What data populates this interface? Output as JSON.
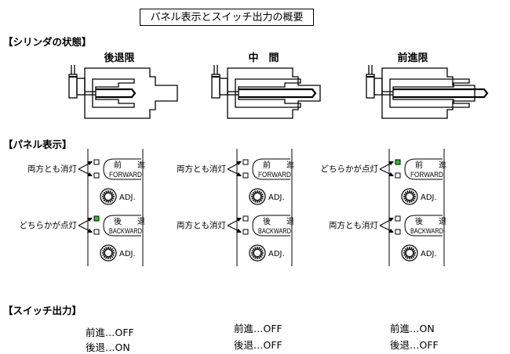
{
  "title": "パネル表示とスイッチ出力の概要",
  "sections": {
    "cylinder_state": "【シリンダの状態】",
    "panel_display": "【パネル表示】",
    "switch_output": "【スイッチ出力】"
  },
  "states": [
    {
      "label": "後退限",
      "rod_position": "retracted",
      "panel": {
        "forward": {
          "callout": "両方とも消灯",
          "led_top_on": false,
          "led_bottom_on": false
        },
        "backward": {
          "callout": "どちらかが点灯",
          "led_top_on": true,
          "led_bottom_on": false
        }
      },
      "output": {
        "forward": "前進…OFF",
        "backward": "後退…ON"
      }
    },
    {
      "label": "中　間",
      "rod_position": "middle",
      "panel": {
        "forward": {
          "callout": "両方とも消灯",
          "led_top_on": false,
          "led_bottom_on": false
        },
        "backward": {
          "callout": "両方とも消灯",
          "led_top_on": false,
          "led_bottom_on": false
        }
      },
      "output": {
        "forward": "前進…OFF",
        "backward": "後退…OFF"
      }
    },
    {
      "label": "前進限",
      "rod_position": "extended",
      "panel": {
        "forward": {
          "callout": "どちらかが点灯",
          "led_top_on": true,
          "led_bottom_on": false
        },
        "backward": {
          "callout": "両方とも消灯",
          "led_top_on": false,
          "led_bottom_on": false
        }
      },
      "output": {
        "forward": "前進…ON",
        "backward": "後退…OFF"
      }
    }
  ],
  "panel_labels": {
    "forward_jp": "前　　進",
    "forward_en": "FORWARD",
    "backward_jp": "後　　退",
    "backward_en": "BACKWARD",
    "adj": "ADJ."
  },
  "colors": {
    "led_on": "#22cc22",
    "led_off": "#ffffff",
    "line": "#000000"
  },
  "icons": [
    "adjust-knob-icon",
    "callout-arrow-icon",
    "led-indicator-icon"
  ]
}
